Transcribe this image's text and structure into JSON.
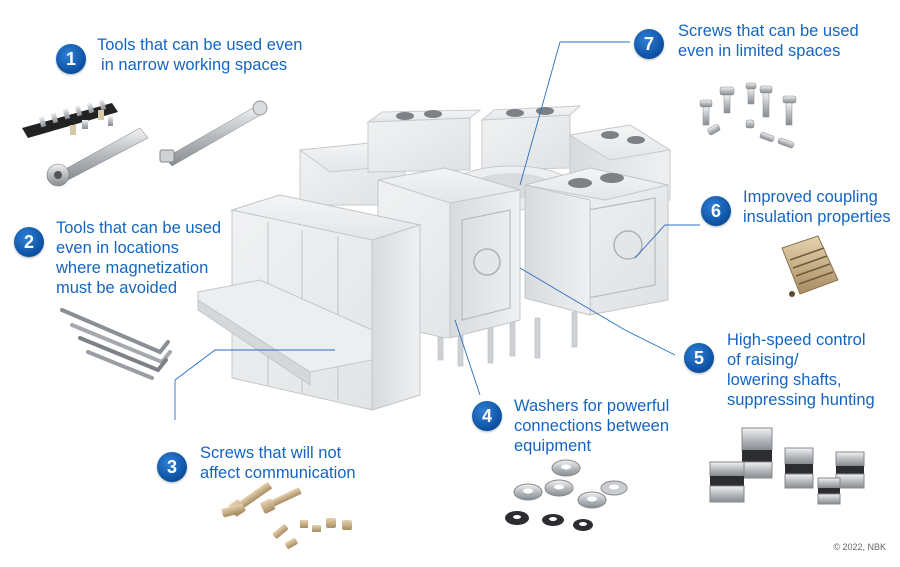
{
  "callouts": [
    {
      "num": "1",
      "lines": [
        "Tools that can be used even",
        "in narrow working spaces"
      ]
    },
    {
      "num": "2",
      "lines": [
        "Tools that can be used",
        "even in locations",
        "where magnetization",
        "must be avoided"
      ]
    },
    {
      "num": "3",
      "lines": [
        "Screws that will not",
        "affect communication"
      ]
    },
    {
      "num": "4",
      "lines": [
        "Washers for powerful",
        "connections between",
        "equipment"
      ]
    },
    {
      "num": "5",
      "lines": [
        "High-speed control",
        "of raising/",
        "lowering shafts,",
        "suppressing hunting"
      ]
    },
    {
      "num": "6",
      "lines": [
        "Improved coupling",
        "insulation properties"
      ]
    },
    {
      "num": "7",
      "lines": [
        "Screws that can be used",
        "even in limited spaces"
      ]
    }
  ],
  "copyright": "© 2022, NBK",
  "colors": {
    "accent": "#1565c0",
    "badge": "#0b4fa0",
    "machine": "#e6e8ea",
    "leader": "#2a6fbf"
  },
  "icons": [
    "wrench-set-icon",
    "hex-key-icon",
    "screw-icon",
    "washer-icon",
    "coupling-icon"
  ]
}
